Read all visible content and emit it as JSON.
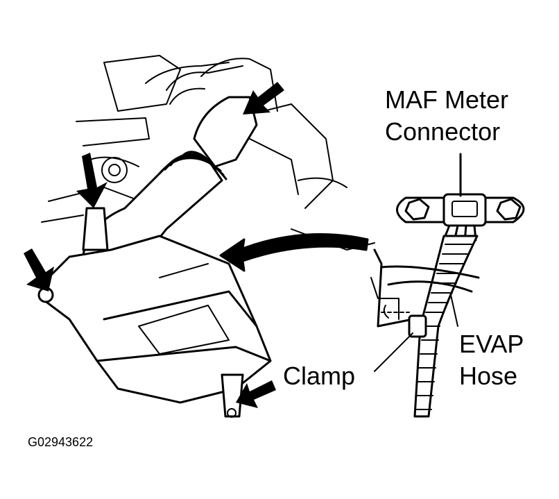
{
  "labels": {
    "maf_line1": "MAF Meter",
    "maf_line2": "Connector",
    "evap_line1": "EVAP",
    "evap_line2": "Hose",
    "clamp": "Clamp",
    "figure_id": "G02943622"
  },
  "colors": {
    "ink": "#000000",
    "paper": "#ffffff"
  }
}
